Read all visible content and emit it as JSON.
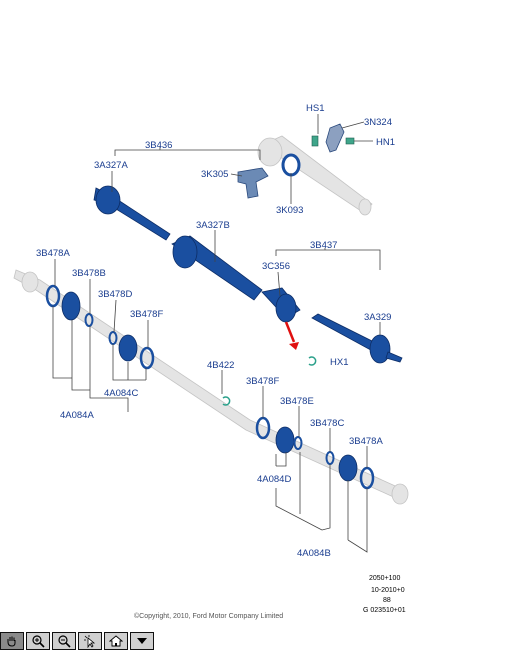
{
  "diagram": {
    "labels": {
      "HS1": "HS1",
      "N3N324": "3N324",
      "HN1": "HN1",
      "B3B436": "3B436",
      "A3A327A": "3A327A",
      "K3K305": "3K305",
      "K3K093": "3K093",
      "A3A327B": "3A327B",
      "B3B437": "3B437",
      "B3B478A_l": "3B478A",
      "C3C356": "3C356",
      "B3B478B": "3B478B",
      "B3B478D": "3B478D",
      "B3B478F_l": "3B478F",
      "A3A329": "3A329",
      "HX1": "HX1",
      "B4B422": "4B422",
      "A4A084C": "4A084C",
      "B3B478F_r": "3B478F",
      "A4A084A": "4A084A",
      "B3B478E": "3B478E",
      "B3B478C": "3B478C",
      "B3B478A_r": "3B478A",
      "A4A084D": "4A084D",
      "A4A084B": "4A084B"
    },
    "ref_codes": [
      "2050+100",
      "10-2010+0",
      "88",
      "G 023510+01"
    ],
    "copyright": "©Copyright, 2010, Ford Motor Company Limited"
  },
  "toolbar": {
    "buttons": [
      {
        "name": "pan-tool-button",
        "icon": "hand-icon",
        "active": true
      },
      {
        "name": "zoom-in-button",
        "icon": "zoom-in-icon",
        "active": false
      },
      {
        "name": "zoom-out-button",
        "icon": "zoom-out-icon",
        "active": false
      },
      {
        "name": "select-tool-button",
        "icon": "cursor-icon",
        "active": false
      },
      {
        "name": "home-button",
        "icon": "home-icon",
        "active": false
      },
      {
        "name": "menu-dropdown-button",
        "icon": "triangle-down-icon",
        "active": false
      }
    ]
  }
}
